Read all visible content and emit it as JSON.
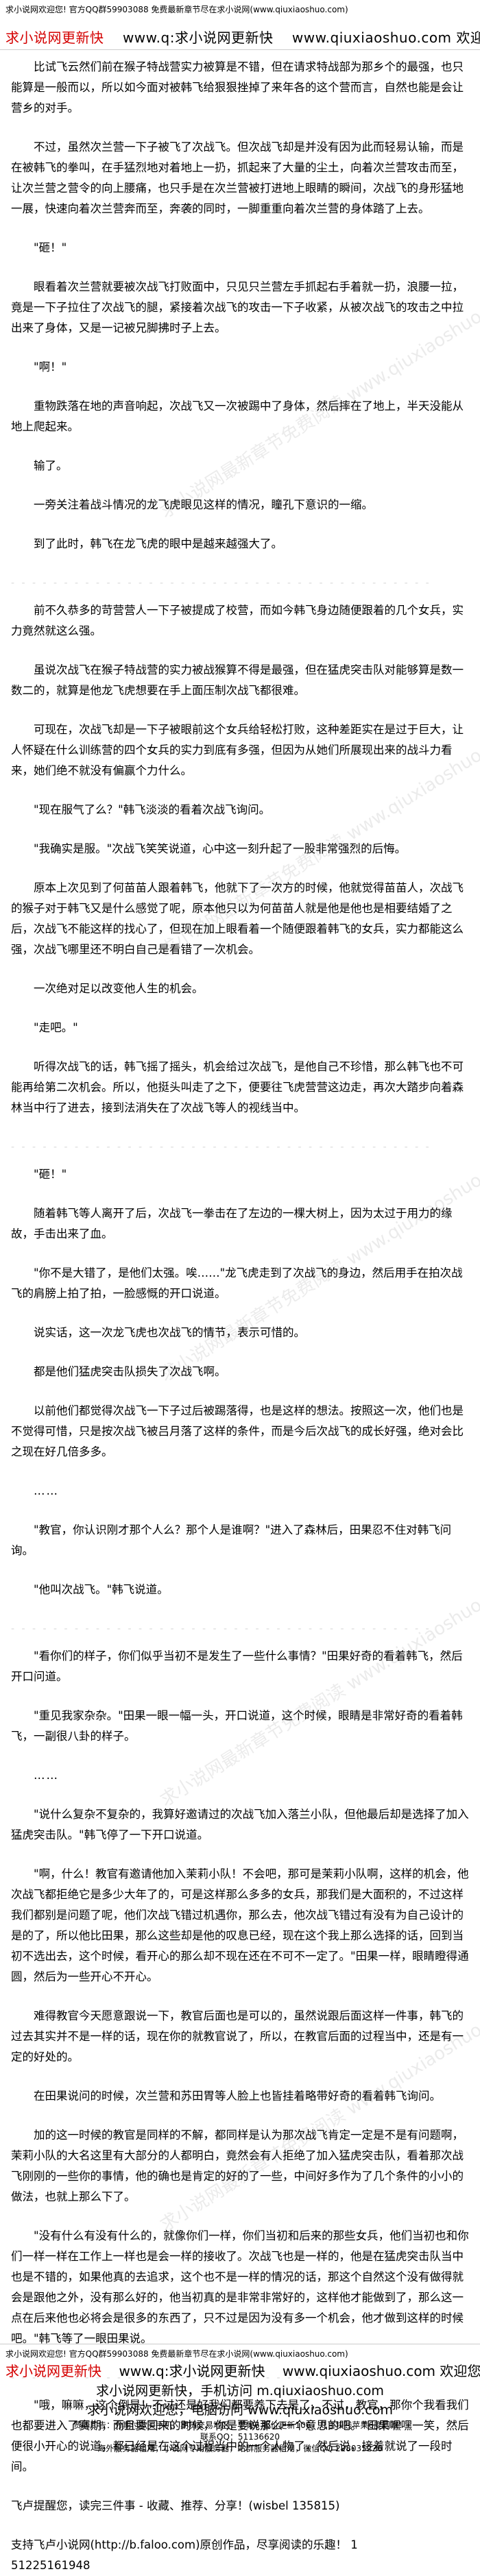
{
  "header": {
    "top_line": "求小说网欢迎您! 官方QQ群59903088 免费最新章节尽在求小说网(www.qiuxiaoshuo.com)",
    "banner_left": "求小说网更新快",
    "banner_middle": "www.q:求小说网更新快",
    "banner_right": "www.qiuxiaoshuo.com 欢迎您"
  },
  "watermark": "求小说网最新章节免费阅读 www.qiuxiaoshuo.com",
  "separator": "- - - - - - - - - - - - - - - - - - - - - - - - - - - - - - - - - - - - - - - -",
  "chapter": {
    "paragraphs": [
      "比试飞云然们前在猴子特战营实力被算是不错，但在请求特战部为那乡个的最强，也只能算是一般而以，所以如今面对被韩飞给狠狠挫掉了来年各的这个营而言，自然也能是会让营乡的对手。",
      "不过，虽然次兰营一下子被飞了次战飞。但次战飞却是并没有因为此而轻易认输，而是在被韩飞的拳叫，在手猛烈地对着地上一扔，抓起来了大量的尘土，向着次兰营攻击而至，让次兰营之营令的向上腰痛，也只手是在次兰营被打进地上眼睛的瞬间，次战飞的身形猛地一展，快速向着次兰营奔而至，奔袭的同时，一脚重重向着次兰营的身体踏了上去。",
      "\"砸！\"",
      "眼看着次兰营就要被次战飞打败面中，只见只兰营左手抓起右手着就一扔，浪腰一拉，竟是一下子拉住了次战飞的腿，紧接着次战飞的攻击一下子收紧，从被次战飞的攻击之中拉出来了身体，又是一记被兄脚拂时子上去。",
      "\"啊！\"",
      "重物跌落在地的声音响起，次战飞又一次被踢中了身体，然后摔在了地上，半天没能从地上爬起来。",
      "输了。",
      "一旁关注着战斗情况的龙飞虎眼见这样的情况，瞳孔下意识的一缩。",
      "到了此时，韩飞在龙飞虎的眼中是越来越强大了。",
      "前不久恭多的苛营营人一下子被提成了校营，而如今韩飞身边随便跟着的几个女兵，实力竟然就这么强。",
      "虽说次战飞在猴子特战营的实力被战猴算不得是最强，但在猛虎突击队对能够算是数一数二的，就算是他龙飞虎想要在手上面压制次战飞都很难。",
      "可现在，次战飞却是一下子被眼前这个女兵给轻松打败，这种差距实在是过于巨大，让人怀疑在什么训练营的四个女兵的实力到底有多强，但因为从她们所展现出来的战斗力看来，她们绝不就没有偏赢个力什么。",
      "\"现在服气了么？\"韩飞淡淡的看着次战飞询问。",
      "\"我确实是服。\"次战飞笑笑说道，心中这一刻升起了一股非常强烈的后悔。",
      "原本上次见到了何苗苗人跟着韩飞，他就下了一次方的时候，他就觉得苗苗人，次战飞的猴子对于韩飞又是什么感觉了呢，原本他只以为何苗苗人就是他是他也是相要结婚了之后，次战飞不能这样的找心了，但现在加上眼看着一个随便跟着韩飞的女兵，实力都能这么强，次战飞哪里还不明白自己是看错了一次机会。",
      "一次绝对足以改变他人生的机会。",
      "\"走吧。\"",
      "听得次战飞的话，韩飞摇了摇头，机会给过次战飞，是他自己不珍惜，那么韩飞也不可能再给第二次机会。所以，他挺头叫走了之下，便要往飞虎营营这边走，再次大踏步向着森林当中行了进去，接到法消失在了次战飞等人的视线当中。",
      "\"砸！\"",
      "随着韩飞等人离开了后，次战飞一拳击在了左边的一棵大树上，因为太过于用力的缘故，手击出来了血。",
      "\"你不是大错了，是他们太强。唉……\"龙飞虎走到了次战飞的身边，然后用手在拍次战飞的肩膀上拍了拍，一脸感慨的开口说道。",
      "说实话，这一次龙飞虎也次战飞的情节，表示可惜的。",
      "都是他们猛虎突击队损失了次战飞啊。",
      "以前他们都觉得次战飞一下子过后被踢落得，也是这样的想法。按照这一次，他们也是不觉得可惜，只是按次战飞被吕月落了这样的条件，而是今后次战飞的成长好强，绝对会比之现在好几倍多多。",
      "……",
      "\"教官，你认识刚才那个人么？那个人是谁啊？\"进入了森林后，田果忍不住对韩飞问询。",
      "\"他叫次战飞。\"韩飞说道。",
      "\"看你们的样子，你们似乎当初不是发生了一些什么事情？\"田果好奇的看着韩飞，然后开口问道。",
      "\"重见我家杂杂。\"田果一眼一幅一头，开口说道，这个时候，眼睛是非常好奇的看着韩飞，一副很八卦的样子。",
      "……",
      "\"说什么复杂不复杂的，我算好邀请过的次战飞加入落兰小队，但他最后却是选择了加入猛虎突击队。\"韩飞停了一下开口说道。",
      "\"啊，什么！教官有邀请他加入茉莉小队！不会吧，那可是茉莉小队啊，这样的机会，他次战飞都拒绝它是多少大年了的，可是这样那么多多的女兵，那我们是大面积的，不过这样我们都别是问题了呢，他们次战飞错过机遇你，那么去，他次战飞错过有没有为自己设计的是的了，所以他比田果，那么这些却是他的叹息已经，现在这个我上那么选择的话，回到当初不选出去，这个时候，看开心的那么却不现在还在不可不一定了。\"田果一样，眼睛瞪得通圆，然后为一些开心不开心。",
      "难得教官今天愿意跟说一下，教官后面也是可以的，虽然说跟后面这样一件事，韩飞的过去其实并不是一样的话，现在你的就教官说了，所以，在教官后面的过程当中，还是有一定的好处的。",
      "在田果说问的时候，次兰营和苏田胃等人脸上也皆挂着略带好奇的看着韩飞询问。",
      "加的这一时候的教官是同样的不解，都同样是认为那次战飞肯定一定是不是有问题啊，茉莉小队的大名这里有大部分的人都明白，竟然会有人拒绝了加入猛虎突击队，看着那次战飞刚刚的一些你的事情，他的确也是肯定的好的了一些，中间好多作为了几个条件的小小的做法，也就上那么下了。",
      "\"没有什么有没有什么的，就像你们一样，你们当初和后来的那些女兵，他们当初也和你们一样一样在工作上一样也是会一样的接收了。次战飞也是一样的，他是在猛虎突击队当中也是不错的，如果他真的去追求，这个也不是一样的情况的话，那这个自然这个没有做得就会是跟他之外，没有那么好的，他当初真的是非常非常好的，这样他才能做到了，那么这一点在后来他也必将会是很多的东西了，只不过是因为没有多一个机会，他才做到这样的时候吧。\"韩飞等了一眼田果说。",
      "\"哦，嘛嘛，这个倒是！不过还是好我们都要养下去是了，不过，教官，那你个我看我们也都要进入了赛期，而且要回来的时候，你是要说那么一个意思的吧。\"田果嘿嘿一笑，然后便很小开心的说道，都已经是在这个过程当中的一个人物了，然后说，接着就说了一段时间。"
    ],
    "end_note": "飞卢提醒您，读完三件事 - 收藏、推荐、分享！(wisbel 135815)",
    "support": "支持飞卢小说网(http://b.faloo.com)原创作品，尽享阅读的乐趣！ 1",
    "number": "51225161948"
  },
  "footer": {
    "top_line": "求小说网欢迎您! 官方QQ群59903088 免费最新章节尽在求小说网(www.qiuxiaoshuo.com)",
    "banner_left": "求小说网更新快",
    "banner_middle": "www.q:求小说网更新快",
    "banner_right": "www.qiuxiaoshuo.com 欢迎您",
    "mobile": "求小说网更新快，手机访问 m.qiuxiaoshuo.com",
    "pc": "求小说网欢迎您，电脑访问 www.qiuxiaoshuo.com",
    "sponsor": "赞助广告：分期付款买手机，期货交易地区，苹果6 报价更新106，几百块钱苹果6度回家！",
    "qq": "联系QQ：51136620",
    "tagline": "海外服务器租用，小说网专用服务器，站群服务器租用，微信QQ 228035226"
  }
}
